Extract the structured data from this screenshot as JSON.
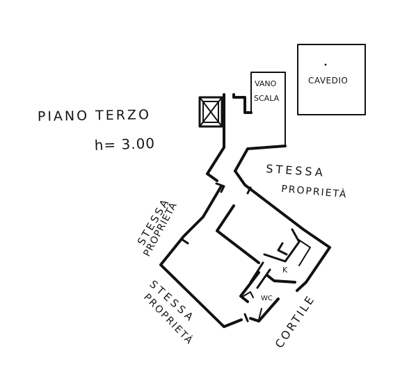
{
  "labels": {
    "floor": "PIANO TERZO",
    "height": "h= 3.00",
    "stair_line1": "VANO",
    "stair_line2": "SCALA",
    "lightwell": "CAVEDIO",
    "property_right_line1": "STESSA",
    "property_right_line2": "PROPRIETÀ",
    "property_left_line1": "STESSA",
    "property_left_line2": "PROPRIETÀ",
    "property_bottom_line1": "STESSA",
    "property_bottom_line2": "PROPRIETÀ",
    "courtyard": "CORTILE",
    "kitchen": "K",
    "wc": "WC"
  },
  "colors": {
    "ink": "#111111",
    "paper": "#ffffff"
  }
}
